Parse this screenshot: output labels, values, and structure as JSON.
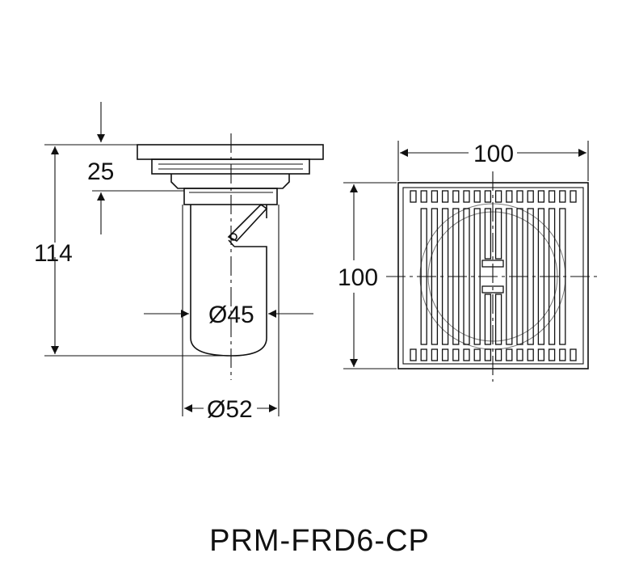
{
  "drawing": {
    "side_view": {
      "dim_height_total": "114",
      "dim_flange": "25",
      "dim_inner_diameter": "Ø45",
      "dim_outer_diameter": "Ø52"
    },
    "top_view": {
      "dim_width": "100",
      "dim_height": "100"
    },
    "model_code": "PRM-FRD6-CP"
  }
}
